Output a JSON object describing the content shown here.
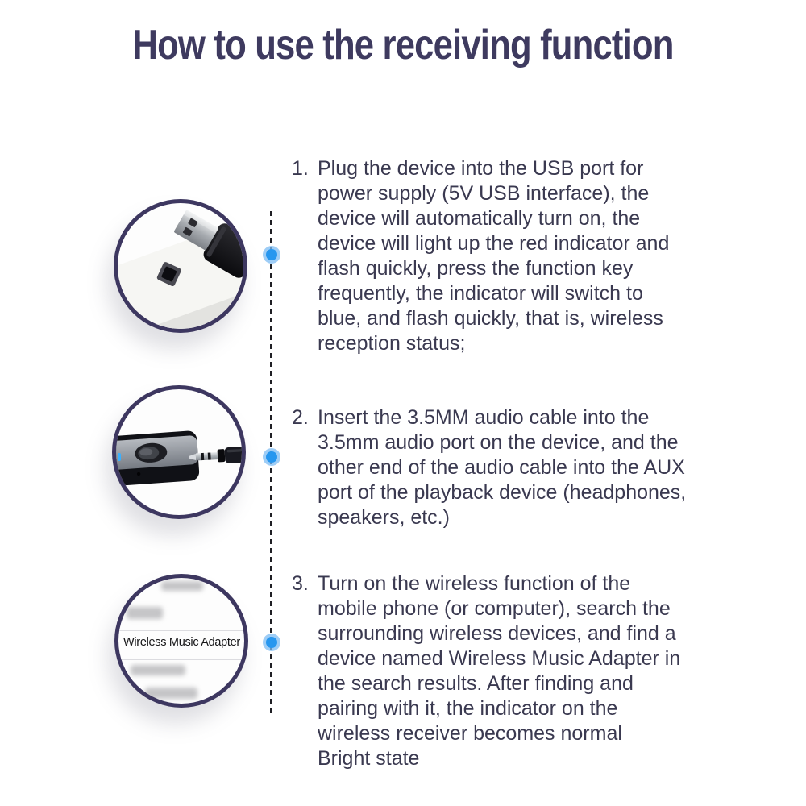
{
  "title": {
    "text": "How to use the receiving function"
  },
  "steps": [
    {
      "number": "1.",
      "lines": [
        "Plug the device into the USB port for",
        "power supply (5V USB interface), the",
        "device will automatically turn on, the",
        "device will light up the red indicator and",
        "flash quickly, press the function key",
        "frequently, the indicator will switch to",
        "blue, and flash quickly, that is, wireless",
        "reception status;"
      ]
    },
    {
      "number": "2.",
      "lines": [
        "Insert the 3.5MM audio cable into the",
        "3.5mm audio port on the device, and the",
        "other end of the audio cable into the AUX",
        "port of the playback device (headphones,",
        "speakers, etc.)"
      ]
    },
    {
      "number": "3.",
      "lines": [
        "Turn on the wireless function of the",
        "mobile phone (or computer), search the",
        "surrounding wireless devices, and find a",
        "device named Wireless Music Adapter in",
        "the search results. After finding and",
        "pairing with it, the indicator on the",
        "wireless receiver becomes normal",
        "Bright state"
      ]
    }
  ],
  "illustrations": {
    "usb": {
      "icon": "usb-plug-photo"
    },
    "audio": {
      "icon": "audio-jack-photo"
    },
    "list": {
      "icon": "device-list-photo",
      "device_name": "Wireless Music Adapter"
    }
  },
  "colors": {
    "title": "#3e3a5f",
    "body_text": "#3a3950",
    "circle_border": "#3d3760",
    "dot": "#2797ef",
    "dot_ring": "#7dbcf3",
    "dash_line": "#1f1f24"
  }
}
